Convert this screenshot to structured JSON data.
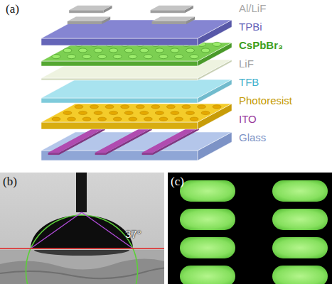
{
  "diagram": {
    "labels": [
      "(a)",
      "Al/LiF",
      "TPBi",
      "CsPbBr₃",
      "LiF",
      "TFB",
      "Photoresist",
      "ITO",
      "Glass",
      "(b)",
      "37°",
      "(c)"
    ]
  }
}
